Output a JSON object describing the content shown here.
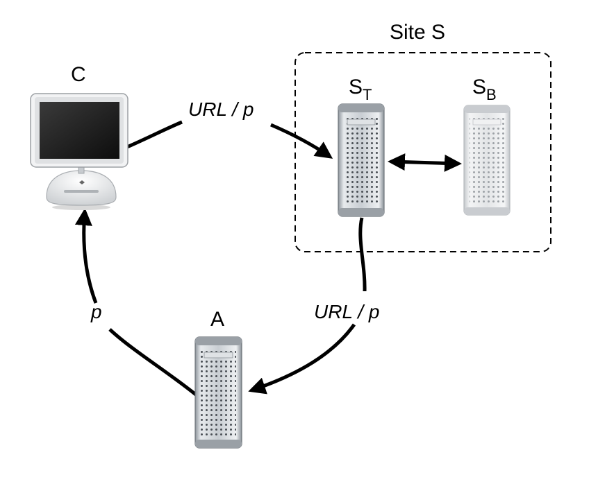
{
  "site": {
    "label": "Site S"
  },
  "nodes": {
    "client": {
      "label": "C"
    },
    "server_top": {
      "label": "S",
      "subscript": "T"
    },
    "server_back": {
      "label": "S",
      "subscript": "B"
    },
    "agent": {
      "label": "A"
    }
  },
  "edges": {
    "client_to_st": {
      "label": "URL / p"
    },
    "st_to_agent": {
      "label": "URL / p"
    },
    "agent_to_client": {
      "label": "p"
    }
  },
  "icons": {
    "client": "imac-computer-icon",
    "server_top": "tower-server-icon",
    "server_back": "tower-server-icon",
    "agent": "tower-server-icon"
  }
}
